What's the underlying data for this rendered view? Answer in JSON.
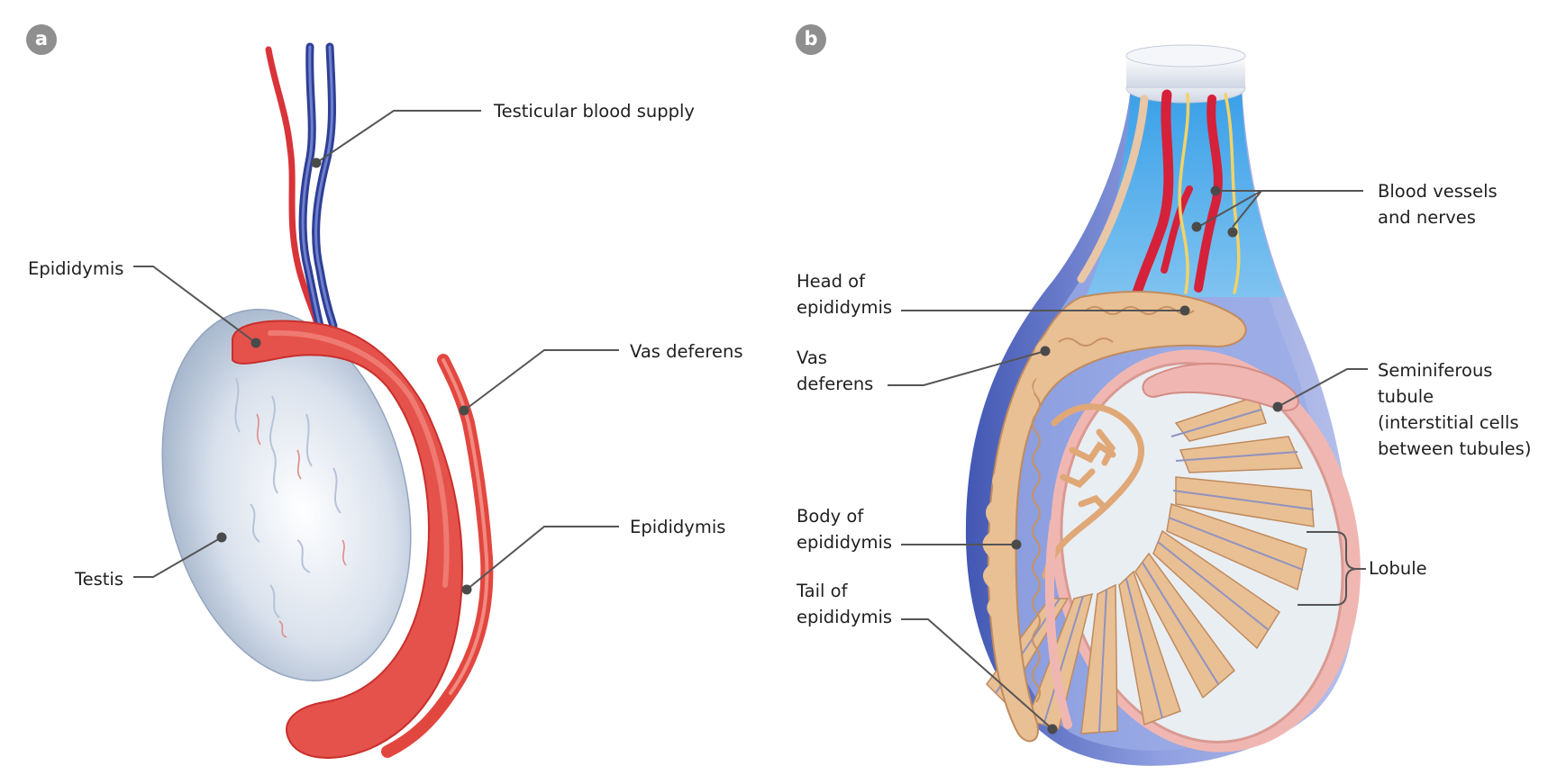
{
  "panels": {
    "a": {
      "badge": "a",
      "labels": {
        "testicular_blood_supply": "Testicular blood supply",
        "epididymis_left": "Epididymis",
        "vas_deferens": "Vas deferens",
        "epididymis_right": "Epididymis",
        "testis": "Testis"
      }
    },
    "b": {
      "badge": "b",
      "labels": {
        "blood_vessels_1": "Blood vessels",
        "blood_vessels_2": "and nerves",
        "head_of_epididymis_1": "Head of",
        "head_of_epididymis_2": "epididymis",
        "vas_deferens_1": "Vas",
        "vas_deferens_2": "deferens",
        "seminiferous_1": "Seminiferous",
        "seminiferous_2": "tubule",
        "seminiferous_3": "(interstitial cells",
        "seminiferous_4": "between tubules)",
        "body_of_epididymis_1": "Body of",
        "body_of_epididymis_2": "epididymis",
        "lobule": "Lobule",
        "tail_of_epididymis_1": "Tail of",
        "tail_of_epididymis_2": "epididymis"
      }
    }
  },
  "colors": {
    "artery": "#e23a3c",
    "vein": "#3d4fa6",
    "testis": "#dde4ee",
    "epididymis": "#e5514b",
    "tubule": "#e9bf94",
    "capsule": "#f0b7b2",
    "sheath": "#5d6fc0",
    "leader": "#555555"
  }
}
